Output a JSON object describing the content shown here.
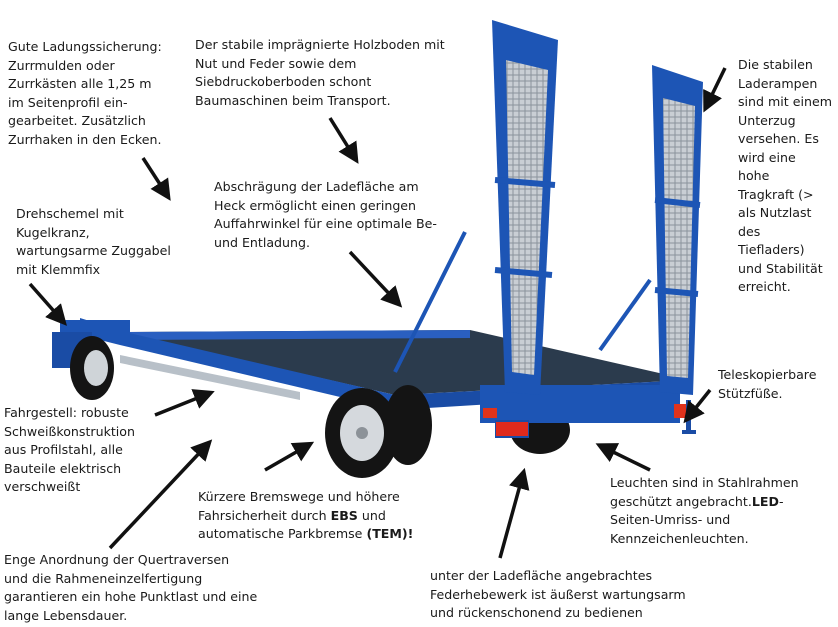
{
  "captions": {
    "lashing": "Gute Ladungssicherung:\nZurrmulden oder\nZurrkästen alle 1,25 m\nim Seitenprofil ein-\ngearbeitet. Zusätzlich\nZurrhaken in den Ecken.",
    "floor": "Der stabile imprägnierte Holzboden mit\nNut und Feder sowie dem\nSiebdruckoberboden schont\nBaumaschinen beim Transport.",
    "ramps": "Die stabilen\nLaderampen\nsind mit einem\nUnterzug\nversehen. Es\nwird eine\nhohe\nTragkraft (>\nals Nutzlast\ndes\nTiefladers)\nund Stabilität\nerreicht.",
    "bevel": "Abschrägung der Ladefläche am\nHeck ermöglicht einen geringen\nAuffahrwinkel für eine optimale Be-\nund Entladung.",
    "turntable": "Drehschemel mit\nKugelkranz,\nwartungsarme Zuggabel\nmit Klemmfix",
    "legs": "Teleskopierbare\nStützfüße.",
    "chassis": "Fahrgestell: robuste\nSchweißkonstruktion\naus Profilstahl, alle\nBauteile elektrisch\nverschweißt",
    "lights_a": "Leuchten sind in Stahlrahmen\ngeschützt angebracht.",
    "lights_b": "LED",
    "lights_c": "-\nSeiten-Umriss- und\nKennzeichenleuchten.",
    "brakes_a": "Kürzere Bremswege und höhere\nFahrsicherheit durch ",
    "brakes_b": "EBS",
    "brakes_c": " und\nautomatische Parkbremse ",
    "brakes_d": "(TEM)!",
    "cross": "Enge Anordnung der Quertraversen\nund die Rahmeneinzelfertigung\ngarantieren ein hohe Punktlast und eine\nlange Lebensdauer.",
    "suspension": "unter der Ladefläche angebrachtes\nFederhebewerk ist äußerst wartungsarm\nund rückenschonend zu bedienen"
  },
  "colors": {
    "trailer_blue": "#1d55b5",
    "deck": "#2a3a4a",
    "arrow": "#111111"
  },
  "icons": [
    "arrow-icon",
    "wheel-icon",
    "ramp-icon",
    "light-icon"
  ]
}
